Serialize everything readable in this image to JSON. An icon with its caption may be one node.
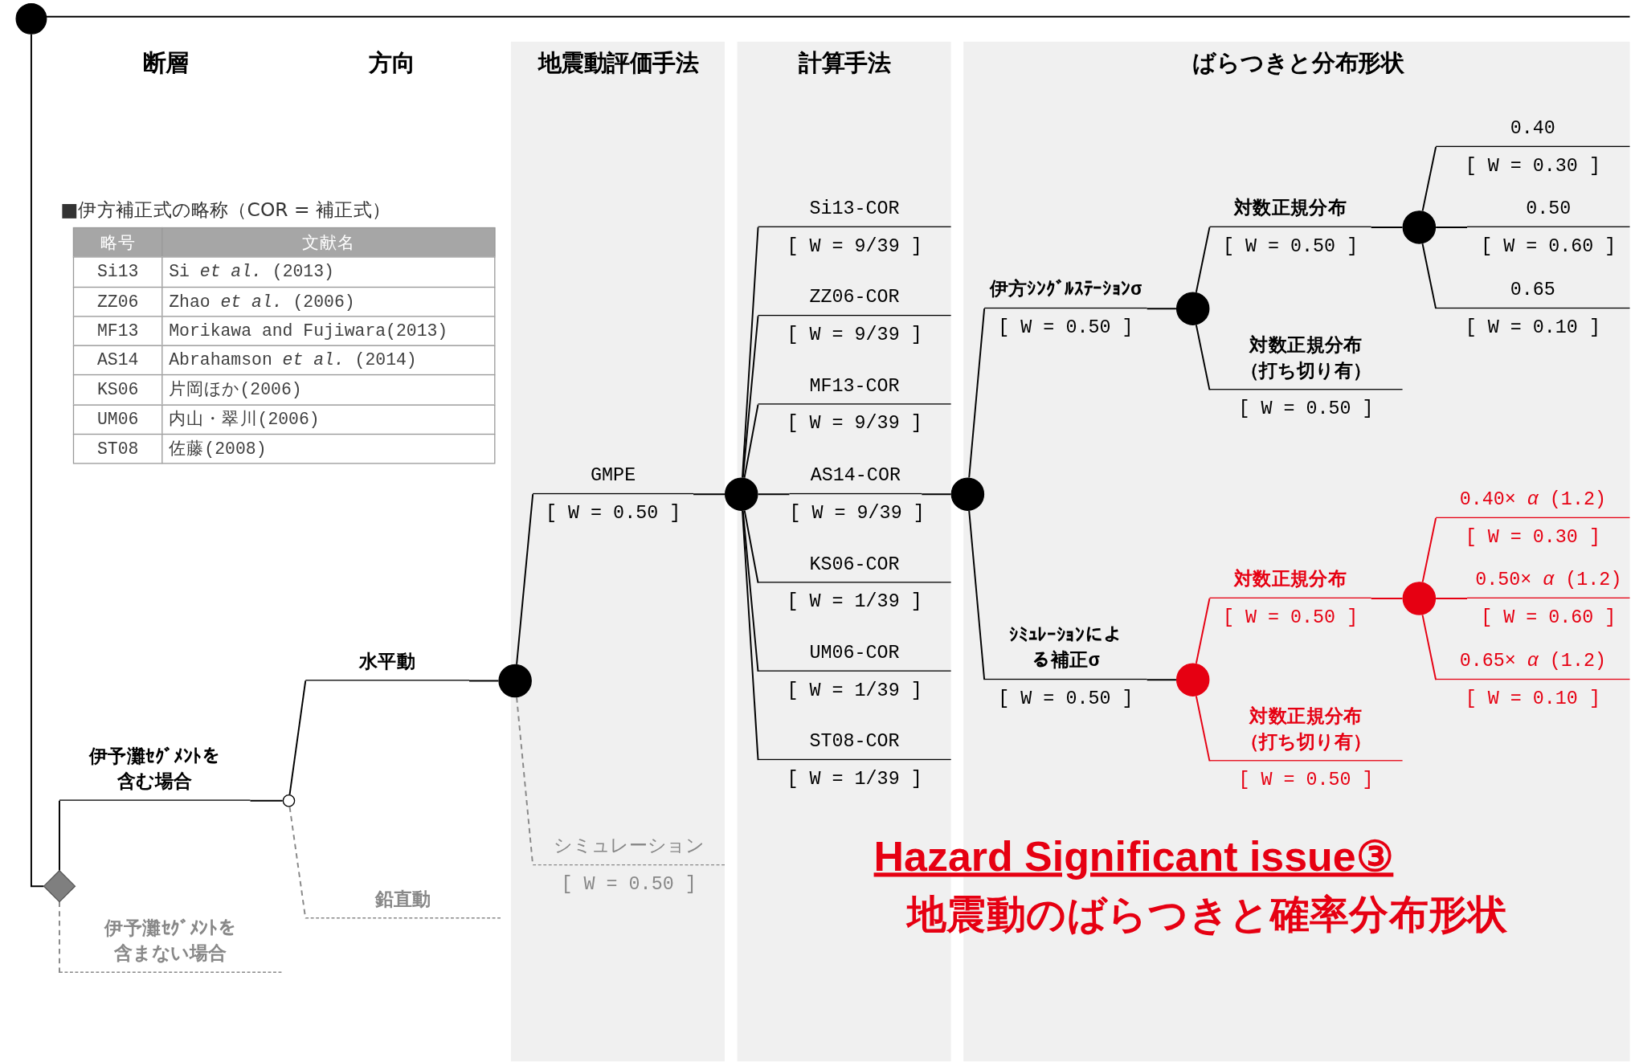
{
  "diagram": {
    "nodes": [
      {
        "text": [],
        "shape": "circle"
      },
      {
        "text": [],
        "shape": "diamond"
      },
      {
        "text": [
          "伊予灘ｾｸﾞﾒﾝﾄを含む場合"
        ]
      },
      {
        "text": [
          "伊予灘ｾｸﾞﾒﾝﾄを含まない場合"
        ]
      },
      {
        "text": [],
        "shape": "circle"
      },
      {
        "text": [
          "水平動"
        ]
      },
      {
        "text": [
          "鉛直動"
        ]
      },
      {
        "text": [],
        "shape": "circle"
      },
      {
        "text": [
          "GMPE",
          "[ W = 0.50 ]"
        ]
      },
      {
        "text": [
          "シミュレーション",
          "[ W = 0.50 ]"
        ]
      },
      {
        "text": [],
        "shape": "circle"
      },
      {
        "text": [
          "Si13-COR",
          "[ W = 9/39 ]"
        ]
      },
      {
        "text": [
          "ZZ06-COR",
          "[ W = 9/39 ]"
        ]
      },
      {
        "text": [
          "MF13-COR",
          "[ W = 9/39 ]"
        ]
      },
      {
        "text": [
          "AS14-COR",
          "[ W = 9/39 ]"
        ]
      },
      {
        "text": [
          "KS06-COR",
          "[ W = 1/39 ]"
        ]
      },
      {
        "text": [
          "UM06-COR",
          "[ W = 1/39 ]"
        ]
      },
      {
        "text": [
          "ST08-COR",
          "[ W = 1/39 ]"
        ]
      },
      {
        "text": [],
        "shape": "circle"
      },
      {
        "text": [
          "伊方ｼﾝｸﾞﾙｽﾃｰｼｮﾝσ",
          "[ W = 0.50 ]"
        ]
      },
      {
        "text": [
          "ｼﾐｭﾚｰｼｮﾝによる補正σ",
          "[ W = 0.50 ]"
        ]
      },
      {
        "text": [],
        "shape": "circle"
      },
      {
        "text": [],
        "shape": "circle"
      },
      {
        "text": [
          "対数正規分布",
          "[ W = 0.50 ]"
        ]
      },
      {
        "text": [
          "対数正規分布（打ち切り有）",
          "[ W = 0.50 ]"
        ]
      },
      {
        "text": [
          "対数正規分布",
          "[ W = 0.50 ]"
        ]
      },
      {
        "text": [
          "対数正規分布（打ち切り有）",
          "[ W = 0.50 ]"
        ]
      },
      {
        "text": [],
        "shape": "circle"
      },
      {
        "text": [],
        "shape": "circle"
      },
      {
        "text": [
          "0.40",
          "[ W = 0.30 ]"
        ]
      },
      {
        "text": [
          "0.50",
          "[ W = 0.60 ]"
        ]
      },
      {
        "text": [
          "0.65",
          "[ W = 0.10 ]"
        ]
      },
      {
        "text": [
          "0.40× *α* (1.2)",
          "[ W = 0.30 ]"
        ]
      },
      {
        "text": [
          "0.50× *α* (1.2)",
          "[ W = 0.60 ]"
        ]
      },
      {
        "text": [
          "0.65× *α* (1.2)",
          "[ W = 0.10 ]"
        ]
      }
    ],
    "edges": [
      {
        "from": 0,
        "to": 1,
        "arrow": "none"
      },
      {
        "from": 1,
        "to": 2,
        "arrow": "none"
      },
      {
        "from": 1,
        "to": 3,
        "arrow": "none",
        "style": "dashed",
        "color": "#888888"
      },
      {
        "from": 2,
        "to": 4,
        "arrow": "none"
      },
      {
        "from": 4,
        "to": 5,
        "arrow": "none"
      },
      {
        "from": 4,
        "to": 6,
        "arrow": "none",
        "style": "dashed",
        "color": "#888888"
      },
      {
        "from": 5,
        "to": 7,
        "arrow": "none"
      },
      {
        "from": 7,
        "to": 8,
        "arrow": "none"
      },
      {
        "from": 7,
        "to": 9,
        "arrow": "none",
        "style": "dashed",
        "color": "#888888"
      },
      {
        "from": 8,
        "to": 10,
        "arrow": "none"
      },
      {
        "from": 10,
        "to": 11,
        "arrow": "none"
      },
      {
        "from": 10,
        "to": 12,
        "arrow": "none"
      },
      {
        "from": 10,
        "to": 13,
        "arrow": "none"
      },
      {
        "from": 10,
        "to": 14,
        "arrow": "none"
      },
      {
        "from": 10,
        "to": 15,
        "arrow": "none"
      },
      {
        "from": 10,
        "to": 16,
        "arrow": "none"
      },
      {
        "from": 10,
        "to": 17,
        "arrow": "none"
      },
      {
        "from": 14,
        "to": 18,
        "arrow": "none"
      },
      {
        "from": 18,
        "to": 19,
        "arrow": "none"
      },
      {
        "from": 18,
        "to": 20,
        "arrow": "none"
      },
      {
        "from": 19,
        "to": 21,
        "arrow": "none"
      },
      {
        "from": 20,
        "to": 22,
        "arrow": "none"
      },
      {
        "from": 21,
        "to": 23,
        "arrow": "none"
      },
      {
        "from": 21,
        "to": 24,
        "arrow": "none"
      },
      {
        "from": 22,
        "to": 25,
        "arrow": "none",
        "color": "#e60012"
      },
      {
        "from": 22,
        "to": 26,
        "arrow": "none",
        "color": "#e60012"
      },
      {
        "from": 23,
        "to": 27,
        "arrow": "none"
      },
      {
        "from": 25,
        "to": 28,
        "arrow": "none",
        "color": "#e60012"
      },
      {
        "from": 27,
        "to": 29,
        "arrow": "none"
      },
      {
        "from": 27,
        "to": 30,
        "arrow": "none"
      },
      {
        "from": 27,
        "to": 31,
        "arrow": "none"
      },
      {
        "from": 28,
        "to": 32,
        "arrow": "none",
        "color": "#e60012"
      },
      {
        "from": 28,
        "to": 33,
        "arrow": "none",
        "color": "#e60012"
      },
      {
        "from": 28,
        "to": 34,
        "arrow": "none",
        "color": "#e60012"
      }
    ],
    "labels": [
      "断層",
      "方向",
      "地震動評価手法",
      "計算手法",
      "ばらつきと分布形状",
      "■伊方補正式の略称（COR = 補正式）",
      "略号",
      "文献名",
      "Si13",
      "Si *et al.* (2013)",
      "ZZ06",
      "Zhao *et al.* (2006)",
      "MF13",
      "Morikawa and Fujiwara(2013)",
      "AS14",
      "Abrahamson *et al.* (2014)",
      "KS06",
      "片岡ほか(2006)",
      "UM06",
      "内山・翠川(2006)",
      "ST08",
      "佐藤(2008)",
      "Hazard Significant issue③",
      "地震動のばらつきと確率分布形状"
    ]
  }
}
